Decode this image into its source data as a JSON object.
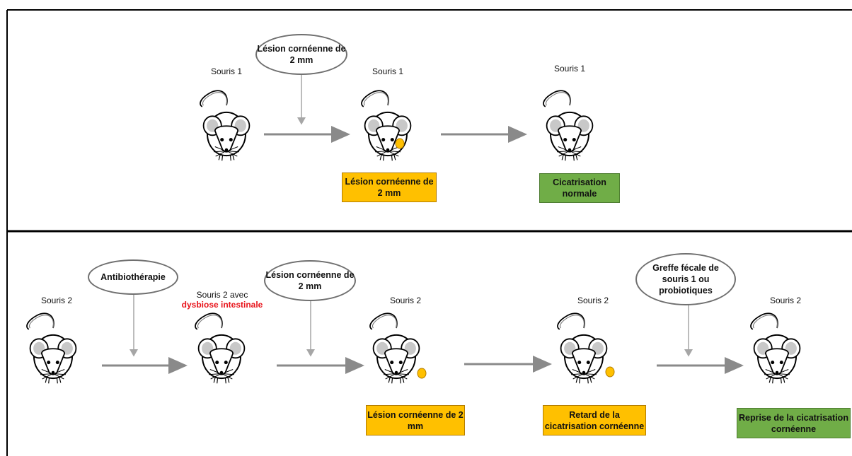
{
  "colors": {
    "lesion": "#ffc000",
    "healing": "#70ad47",
    "dysbiosis_text": "#e8141b",
    "arrow": "#a6a6a6"
  },
  "row1": {
    "mouse_labels": [
      "Souris 1",
      "Souris 1",
      "Souris 1"
    ],
    "ellipse": "Lésion cornéenne de 2 mm",
    "box_lesion": "Lésion cornéenne de 2 mm",
    "box_result": "Cicatrisation normale"
  },
  "row2": {
    "mouse1": "Souris 2",
    "mouse2_line1": "Souris 2 avec",
    "mouse2_line2": "dysbiose intestinale",
    "mouse3": "Souris 2",
    "mouse4": "Souris 2",
    "mouse5": "Souris 2",
    "ellipse_antibio": "Antibiothérapie",
    "ellipse_lesion": "Lésion cornéenne de 2 mm",
    "ellipse_greffe": "Greffe fécale de souris 1 ou probiotiques",
    "box_lesion": "Lésion cornéenne de 2 mm",
    "box_retard": "Retard de la cicatrisation cornéenne",
    "box_reprise": "Reprise de la cicatrisation cornéenne"
  }
}
